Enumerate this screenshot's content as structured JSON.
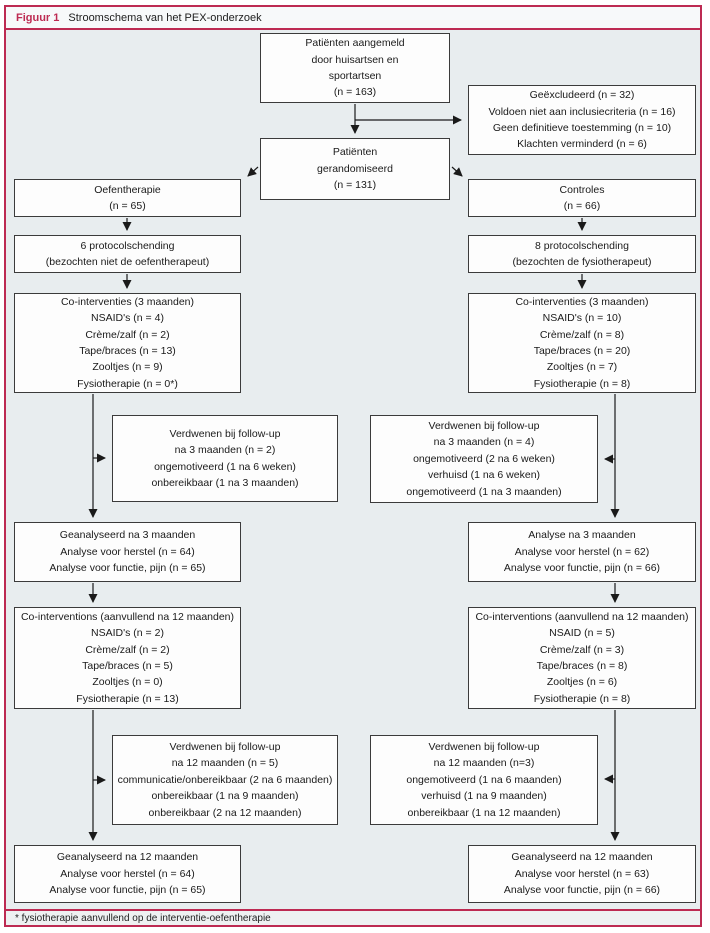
{
  "title": {
    "label": "Figuur 1",
    "text": "Stroomschema van het PEX-onderzoek"
  },
  "footnote": "* fysiotherapie aanvullend op de interventie-oefentherapie",
  "colors": {
    "accent": "#bd2a52",
    "diagram_background": "#e8edef",
    "box_background": "#fdfdfd",
    "line_color": "#1a1a1a"
  },
  "boxes": {
    "aangemeld": {
      "lines": [
        "Patiënten aangemeld",
        "door huisartsen en",
        "sportartsen",
        "(n = 163)"
      ]
    },
    "geexcludeerd": {
      "lines": [
        "Geëxcludeerd (n = 32)",
        "Voldoen niet aan inclusiecriteria (n = 16)",
        "Geen definitieve toestemming (n = 10)",
        "Klachten verminderd (n = 6)"
      ]
    },
    "gerandomiseerd": {
      "lines": [
        "Patiënten",
        "gerandomiseerd",
        "(n = 131)"
      ]
    },
    "oefentherapie": {
      "lines": [
        "Oefentherapie",
        "(n = 65)"
      ]
    },
    "controles": {
      "lines": [
        "Controles",
        "(n = 66)"
      ]
    },
    "protocol_links": {
      "lines": [
        "6 protocolschending",
        "(bezochten niet de oefentherapeut)"
      ]
    },
    "protocol_rechts": {
      "lines": [
        "8 protocolschending",
        "(bezochten de fysiotherapeut)"
      ]
    },
    "coint3_links": {
      "lines": [
        "Co-interventies (3 maanden)",
        "NSAID's (n = 4)",
        "Crème/zalf (n = 2)",
        "Tape/braces (n = 13)",
        "Zooltjes (n = 9)",
        "Fysiotherapie (n = 0*)"
      ]
    },
    "coint3_rechts": {
      "lines": [
        "Co-interventies (3 maanden)",
        "NSAID's (n = 10)",
        "Crème/zalf (n = 8)",
        "Tape/braces (n = 20)",
        "Zooltjes (n = 7)",
        "Fysiotherapie (n = 8)"
      ]
    },
    "verdwenen3_links": {
      "lines": [
        "Verdwenen bij follow-up",
        "na 3 maanden (n = 2)",
        "ongemotiveerd (1 na 6 weken)",
        "onbereikbaar (1 na 3 maanden)"
      ]
    },
    "verdwenen3_rechts": {
      "lines": [
        "Verdwenen bij follow-up",
        "na 3 maanden (n = 4)",
        "ongemotiveerd (2 na 6 weken)",
        "verhuisd (1 na 6 weken)",
        "ongemotiveerd (1 na 3 maanden)"
      ]
    },
    "analyse3_links": {
      "lines": [
        "Geanalyseerd na 3 maanden",
        "Analyse voor herstel (n = 64)",
        "Analyse voor functie, pijn (n = 65)"
      ]
    },
    "analyse3_rechts": {
      "lines": [
        "Analyse na 3 maanden",
        "Analyse voor herstel (n = 62)",
        "Analyse voor functie, pijn (n = 66)"
      ]
    },
    "coint12_links": {
      "lines": [
        "Co-interventions (aanvullend na 12 maanden)",
        "NSAID's (n = 2)",
        "Crème/zalf (n = 2)",
        "Tape/braces (n = 5)",
        "Zooltjes (n = 0)",
        "Fysiotherapie (n = 13)"
      ]
    },
    "coint12_rechts": {
      "lines": [
        "Co-interventions (aanvullend na 12 maanden)",
        "NSAID (n = 5)",
        "Crème/zalf (n = 3)",
        "Tape/braces (n = 8)",
        "Zooltjes (n = 6)",
        "Fysiotherapie (n = 8)"
      ]
    },
    "verdwenen12_links": {
      "lines": [
        "Verdwenen bij follow-up",
        "na 12 maanden (n = 5)",
        "communicatie/onbereikbaar (2 na 6 maanden)",
        "onbereikbaar (1 na 9 maanden)",
        "onbereikbaar (2 na 12 maanden)"
      ]
    },
    "verdwenen12_rechts": {
      "lines": [
        "Verdwenen bij follow-up",
        "na 12 maanden (n=3)",
        "ongemotiveerd (1 na 6 maanden)",
        "verhuisd (1 na 9 maanden)",
        "onbereikbaar (1 na 12 maanden)"
      ]
    },
    "analyse12_links": {
      "lines": [
        "Geanalyseerd na 12 maanden",
        "Analyse voor herstel (n = 64)",
        "Analyse voor functie, pijn (n = 65)"
      ]
    },
    "analyse12_rechts": {
      "lines": [
        "Geanalyseerd na 12 maanden",
        "Analyse voor herstel (n = 63)",
        "Analyse voor functie, pijn (n = 66)"
      ]
    }
  }
}
